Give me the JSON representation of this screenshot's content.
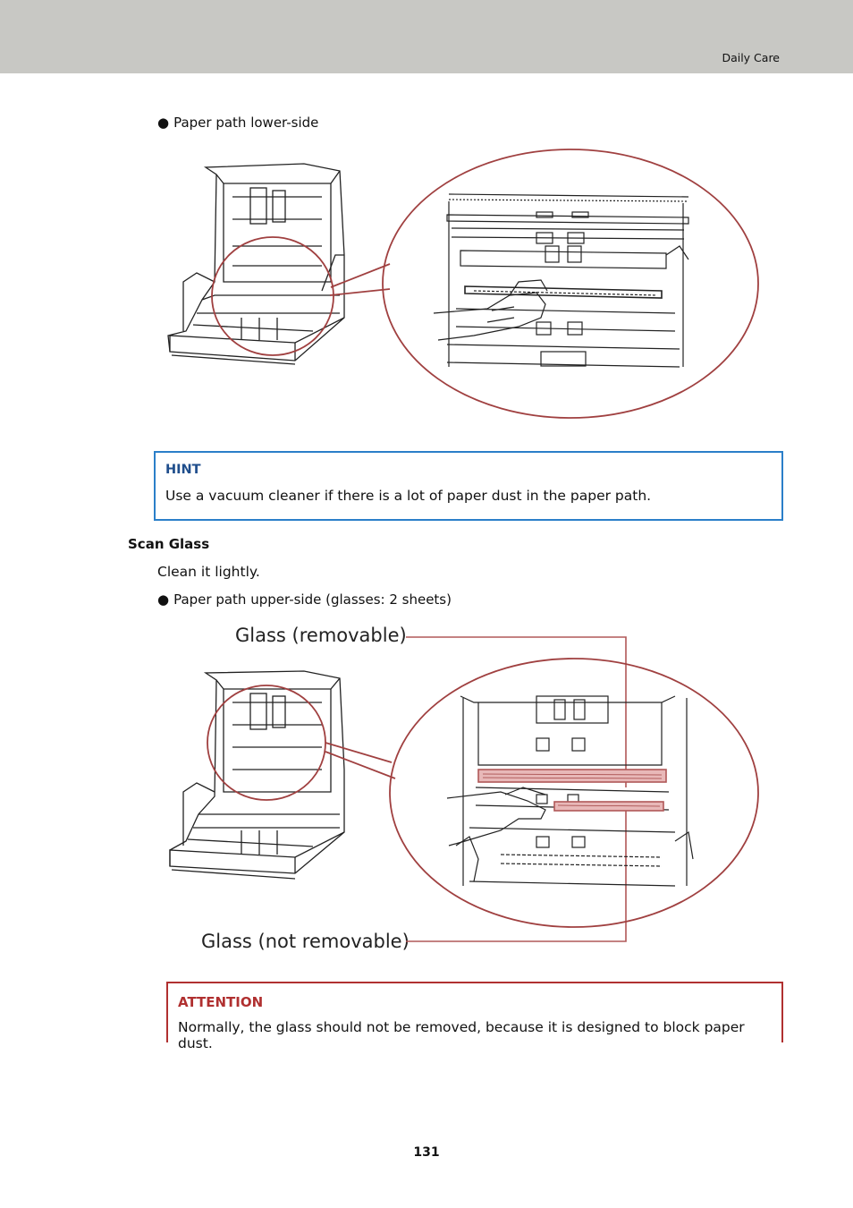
{
  "header": {
    "section": "Daily Care"
  },
  "lower_side": {
    "bullet": "Paper path lower-side"
  },
  "hint": {
    "title": "HINT",
    "text": "Use a vacuum cleaner if there is a lot of paper dust in the paper path."
  },
  "scan_glass": {
    "heading": "Scan Glass",
    "instruction": "Clean it lightly.",
    "bullet": "Paper path upper-side (glasses: 2 sheets)",
    "label_removable": "Glass (removable)",
    "label_not_removable": "Glass (not removable)"
  },
  "attention": {
    "title": "ATTENTION",
    "text": "Normally, the glass should not be removed, because it is designed to block paper dust."
  },
  "footer": {
    "page_number": "131"
  },
  "colors": {
    "header_band": "#c8c8c4",
    "hint_border": "#2b7fc9",
    "hint_title": "#1f4e8c",
    "attention": "#b03030",
    "callout_circle": "#a04040"
  },
  "icons": {
    "bullet": "bullet-dot-icon"
  }
}
